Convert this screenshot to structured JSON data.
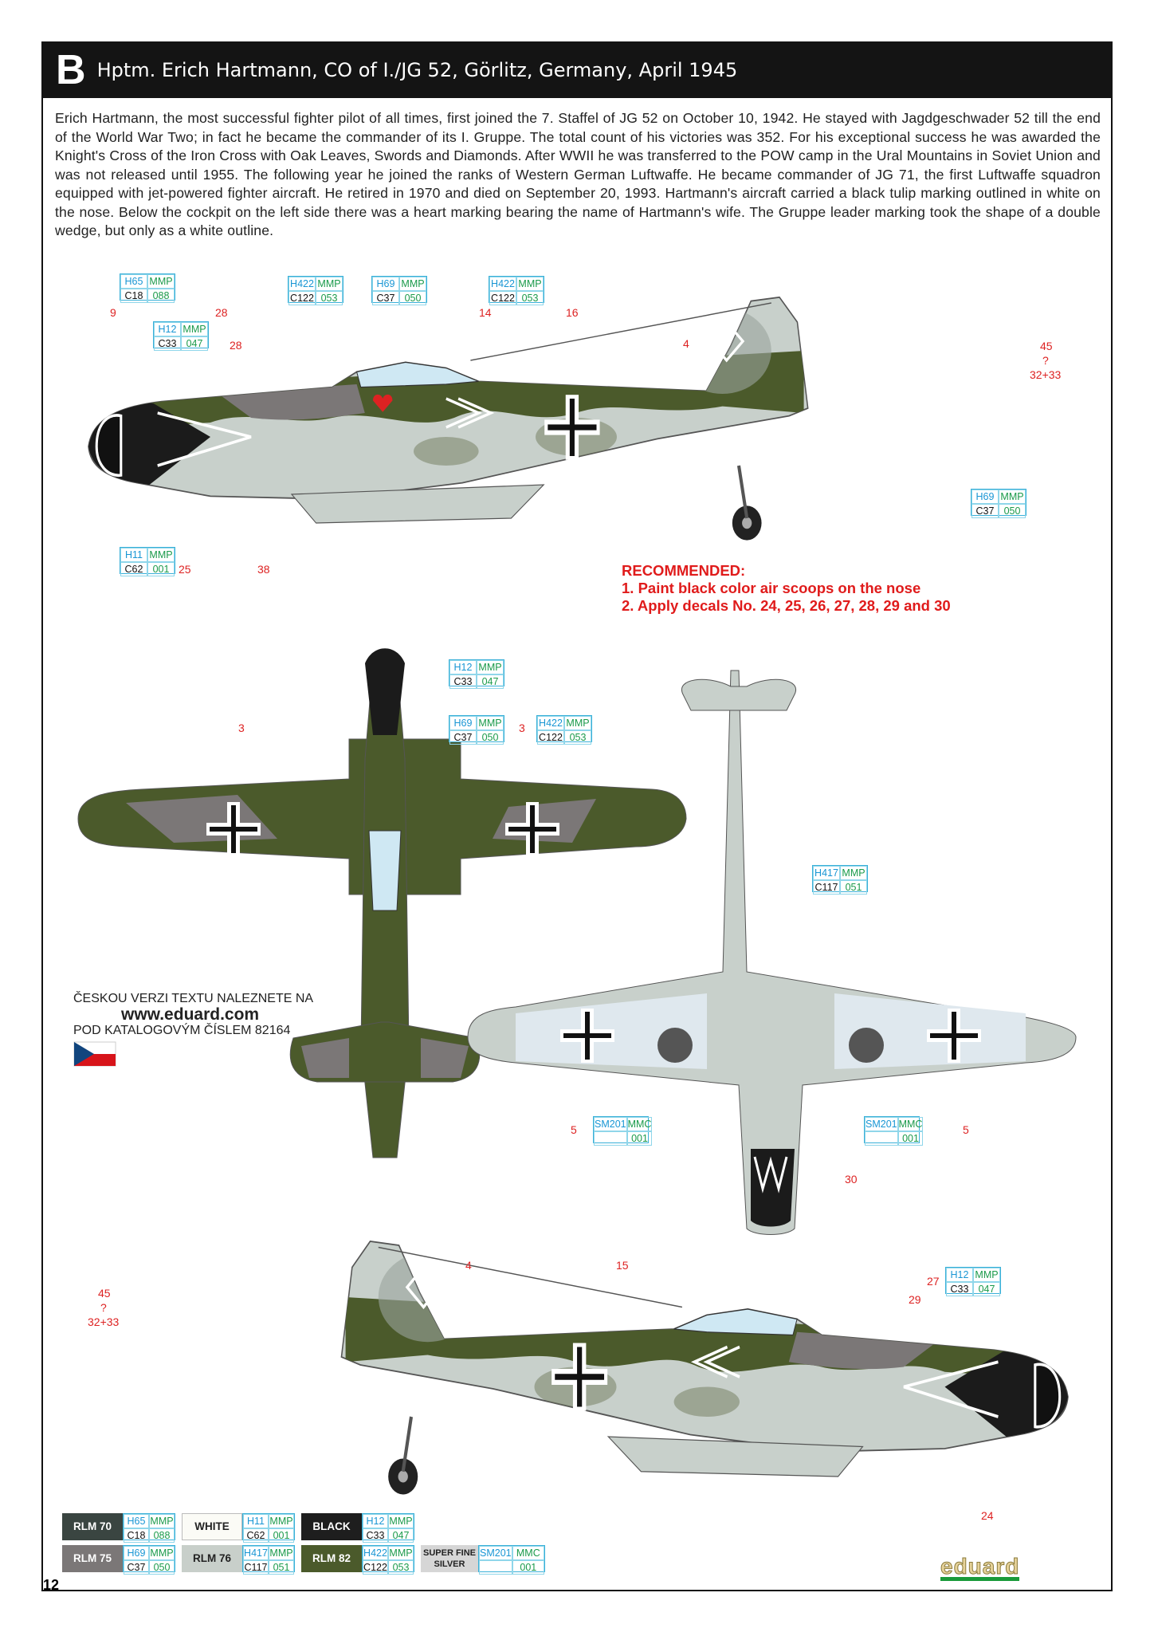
{
  "header": {
    "letter": "B",
    "title": "Hptm. Erich Hartmann, CO of I./JG 52, Görlitz, Germany, April 1945"
  },
  "description": "Erich Hartmann, the most successful fighter pilot of all times, first joined the 7. Staffel of JG 52 on October 10, 1942. He stayed with Jagdgeschwader 52 till the end of the World War Two; in fact he became the commander of its I. Gruppe. The total count of his victories was 352. For his exceptional success he was awarded the Knight's Cross of the Iron Cross with Oak Leaves, Swords and Diamonds. After WWII he was transferred to the POW camp in the Ural Mountains in Soviet Union and was not released until 1955. The following year he joined the ranks of Western German Luftwaffe. He became commander of JG 71, the first Luftwaffe squadron equipped with jet-powered fighter aircraft. He retired in 1970 and died on September 20, 1993. Hartmann's aircraft carried a black tulip marking outlined in white on the nose. Below the cockpit on the left side there was a heart marking bearing the name of Hartmann's wife. The Gruppe leader marking took the shape of a double wedge, but only as a white outline.",
  "recommended": {
    "title": "RECOMMENDED:",
    "items": [
      "1. Paint black color air scoops on the nose",
      "2. Apply decals No. 24, 25, 26, 27, 28, 29 and 30"
    ]
  },
  "czech": {
    "line1": "ČESKOU VERZI TEXTU NALEZNETE NA",
    "url": "www.eduard.com",
    "line2": "POD KATALOGOVÝM ČÍSLEM 82164"
  },
  "callouts": [
    {
      "h": "H65",
      "m": "MMP",
      "c": "C18",
      "n": "088"
    },
    {
      "h": "H422",
      "m": "MMP",
      "c": "C122",
      "n": "053"
    },
    {
      "h": "H69",
      "m": "MMP",
      "c": "C37",
      "n": "050"
    },
    {
      "h": "H422",
      "m": "MMP",
      "c": "C122",
      "n": "053"
    },
    {
      "h": "H12",
      "m": "MMP",
      "c": "C33",
      "n": "047"
    },
    {
      "h": "H11",
      "m": "MMP",
      "c": "C62",
      "n": "001"
    },
    {
      "h": "H69",
      "m": "MMP",
      "c": "C37",
      "n": "050"
    },
    {
      "h": "H12",
      "m": "MMP",
      "c": "C33",
      "n": "047"
    },
    {
      "h": "H69",
      "m": "MMP",
      "c": "C37",
      "n": "050"
    },
    {
      "h": "H422",
      "m": "MMP",
      "c": "C122",
      "n": "053"
    },
    {
      "h": "H417",
      "m": "MMP",
      "c": "C117",
      "n": "051"
    },
    {
      "h": "SM201",
      "m": "MMC",
      "c": "",
      "n": "001"
    },
    {
      "h": "SM201",
      "m": "MMC",
      "c": "",
      "n": "001"
    },
    {
      "h": "H12",
      "m": "MMP",
      "c": "C33",
      "n": "047"
    }
  ],
  "decal_numbers": [
    "9",
    "28",
    "28",
    "14",
    "16",
    "4",
    "45",
    "?",
    "32+33",
    "25",
    "38",
    "3",
    "3",
    "5",
    "5",
    "30",
    "45",
    "?",
    "32+33",
    "4",
    "15",
    "27",
    "29",
    "24"
  ],
  "legend": [
    {
      "name": "RLM 70",
      "color": "#3a4541",
      "text": "#fff",
      "h": "H65",
      "m": "MMP",
      "c": "C18",
      "n": "088"
    },
    {
      "name": "WHITE",
      "color": "#fbfbf6",
      "text": "#222",
      "h": "H11",
      "m": "MMP",
      "c": "C62",
      "n": "001"
    },
    {
      "name": "BLACK",
      "color": "#1e1e1e",
      "text": "#fff",
      "h": "H12",
      "m": "MMP",
      "c": "C33",
      "n": "047"
    },
    {
      "name": "RLM 75",
      "color": "#7b7777",
      "text": "#fff",
      "h": "H69",
      "m": "MMP",
      "c": "C37",
      "n": "050"
    },
    {
      "name": "RLM 76",
      "color": "#c8cfca",
      "text": "#222",
      "h": "H417",
      "m": "MMP",
      "c": "C117",
      "n": "051"
    },
    {
      "name": "RLM 82",
      "color": "#4b5a2b",
      "text": "#fff",
      "h": "H422",
      "m": "MMP",
      "c": "C122",
      "n": "053"
    },
    {
      "name": "SUPER FINE SILVER",
      "color": "#d6d6d6",
      "text": "#222",
      "h": "SM201",
      "m": "MMC",
      "c": "",
      "n": "001"
    }
  ],
  "page_number": "12",
  "logo": "eduard",
  "colors": {
    "rlm70": "#3a4541",
    "rlm75": "#7b7777",
    "rlm76": "#c8cfca",
    "rlm82": "#4b5a2b",
    "accent_red": "#e01b1b"
  }
}
